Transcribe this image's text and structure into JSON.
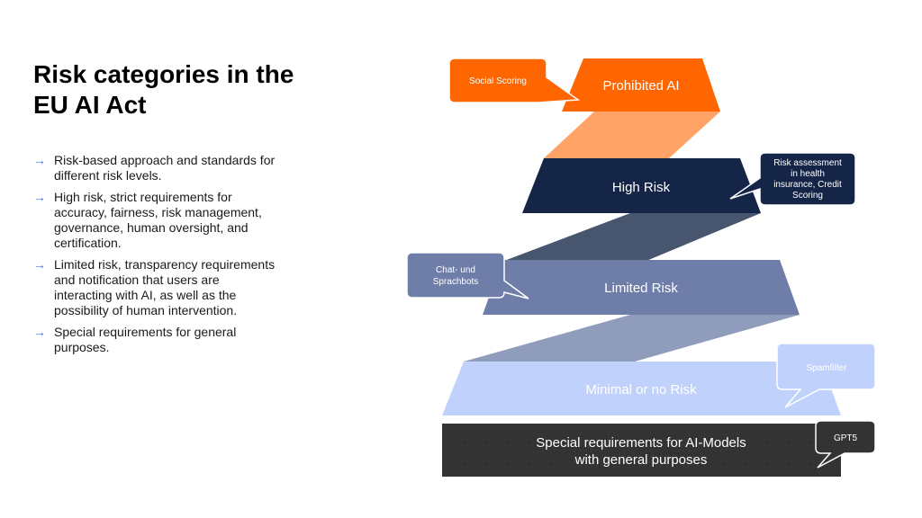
{
  "slide": {
    "title": "Risk categories in the EU AI Act",
    "bullets": [
      {
        "icon": "arrow-right-icon",
        "text": "Risk-based approach and standards for different risk levels."
      },
      {
        "icon": "arrow-right-icon",
        "text": "High risk, strict requirements for accuracy, fairness, risk management, governance, human oversight, and certification."
      },
      {
        "icon": "arrow-right-icon",
        "text": "Limited risk, transparency requirements and notification that users are interacting with AI, as well as the possibility of human intervention."
      },
      {
        "icon": "arrow-right-icon",
        "text": "Special requirements for general purposes."
      }
    ]
  },
  "diagram": {
    "tiers": [
      {
        "label": "Prohibited AI",
        "color": "#ff6600",
        "text_color": "#ffffff",
        "callout": "Social Scoring"
      },
      {
        "label": "High Risk",
        "color": "#142547",
        "text_color": "#ffffff",
        "callout": [
          "Risk assessment",
          "in health",
          "insurance, Credit",
          "Scoring"
        ]
      },
      {
        "label": "Limited Risk",
        "color": "#6e7ea8",
        "text_color": "#ffffff",
        "callout": [
          "Chat- und",
          "Sprachbots"
        ]
      },
      {
        "label": "Minimal or no Risk",
        "color": "#c0d2fc",
        "text_color": "#ffffff",
        "callout": "Spamfilter"
      },
      {
        "label": [
          "Special requirements for AI-Models",
          "with general purposes"
        ],
        "color": "#333333",
        "text_color": "#ffffff",
        "callout": "GPT5"
      }
    ],
    "connector_colors": [
      "#ffa366",
      "#48556f",
      "#8f9cbb"
    ]
  }
}
